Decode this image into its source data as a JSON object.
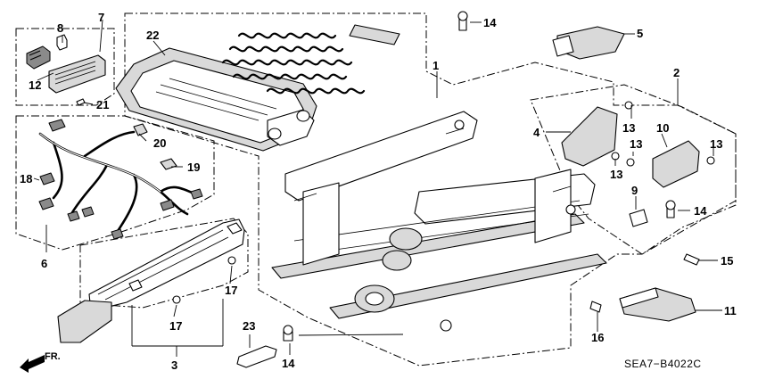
{
  "diagram_code": "SEA7−B4022C",
  "direction_label": "FR.",
  "callouts": {
    "c1": "1",
    "c2": "2",
    "c3": "3",
    "c4": "4",
    "c5": "5",
    "c6": "6",
    "c7": "7",
    "c8": "8",
    "c9": "9",
    "c10": "10",
    "c11": "11",
    "c12": "12",
    "c13a": "13",
    "c13b": "13",
    "c13c": "13",
    "c13d": "13",
    "c14a": "14",
    "c14b": "14",
    "c14c": "14",
    "c15": "15",
    "c16": "16",
    "c17a": "17",
    "c17b": "17",
    "c18": "18",
    "c19": "19",
    "c20": "20",
    "c21": "21",
    "c22": "22",
    "c23": "23"
  }
}
